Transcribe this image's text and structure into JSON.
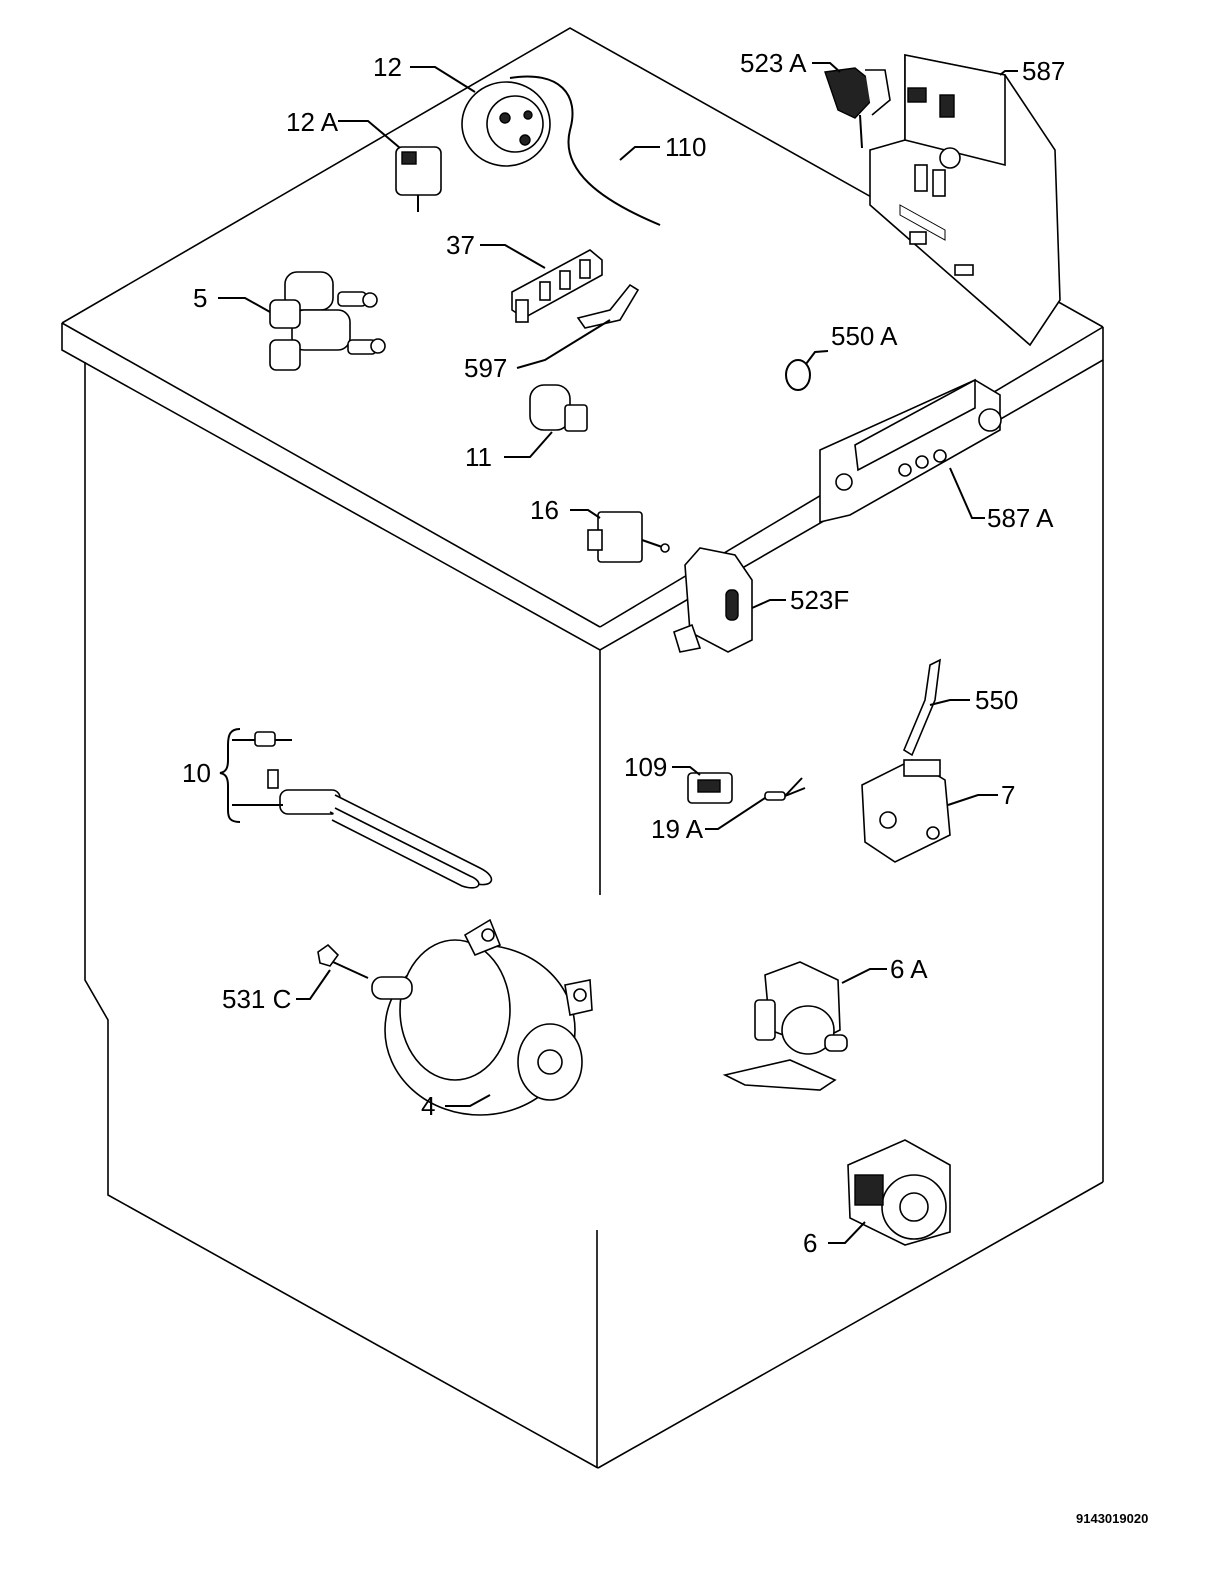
{
  "diagram": {
    "document_number": "9143019020",
    "parts": [
      {
        "id": "p12",
        "label": "12"
      },
      {
        "id": "p12a",
        "label": "12 A"
      },
      {
        "id": "p110",
        "label": "110"
      },
      {
        "id": "p523a",
        "label": "523 A"
      },
      {
        "id": "p587",
        "label": "587"
      },
      {
        "id": "p37",
        "label": "37"
      },
      {
        "id": "p5",
        "label": "5"
      },
      {
        "id": "p597",
        "label": "597"
      },
      {
        "id": "p550a",
        "label": "550 A"
      },
      {
        "id": "p11",
        "label": "11"
      },
      {
        "id": "p587a",
        "label": "587 A"
      },
      {
        "id": "p16",
        "label": "16"
      },
      {
        "id": "p523f",
        "label": "523F"
      },
      {
        "id": "p550",
        "label": "550"
      },
      {
        "id": "p10",
        "label": "10"
      },
      {
        "id": "p109",
        "label": "109"
      },
      {
        "id": "p7",
        "label": "7"
      },
      {
        "id": "p19a",
        "label": "19 A"
      },
      {
        "id": "p6a",
        "label": "6 A"
      },
      {
        "id": "p531c",
        "label": "531 C"
      },
      {
        "id": "p4",
        "label": "4"
      },
      {
        "id": "p6",
        "label": "6"
      }
    ]
  }
}
